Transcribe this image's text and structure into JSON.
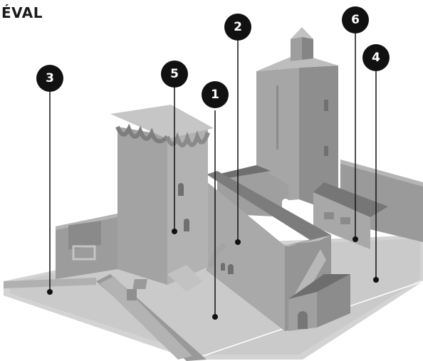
{
  "title": "ÉVAL",
  "markers": [
    {
      "label": "1",
      "name": "1"
    },
    {
      "label": "2",
      "name": "2"
    },
    {
      "label": "3",
      "name": "3"
    },
    {
      "label": "4",
      "name": "4"
    },
    {
      "label": "5",
      "name": "5"
    },
    {
      "label": "6",
      "name": "6"
    }
  ],
  "colors": {
    "stone_light": "#b9b9b9",
    "stone_mid": "#a2a2a2",
    "stone_dark": "#8a8a8a",
    "stone_deep": "#6d6d6d",
    "roof": "#7a7a7a",
    "line": "#ffffff",
    "marker": "#111111"
  }
}
